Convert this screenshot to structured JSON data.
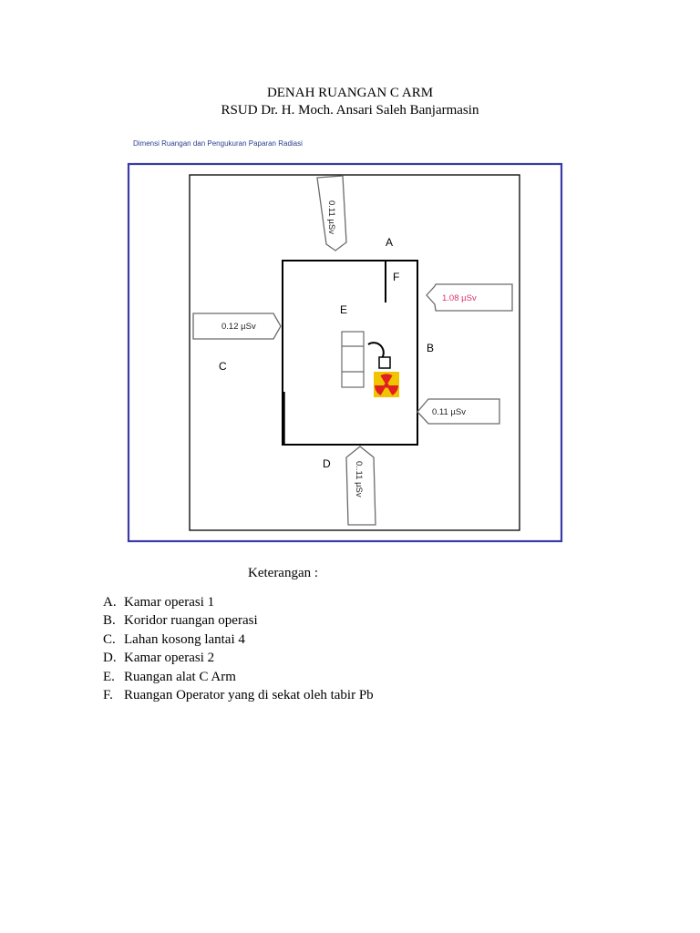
{
  "header": {
    "title": "DENAH RUANGAN C ARM",
    "subtitle": "RSUD Dr. H. Moch. Ansari Saleh Banjarmasin"
  },
  "figure": {
    "heading": "Dimensi Ruangan dan Pengukuran Paparan Radiasi",
    "colors": {
      "frame": "#3a3aa8",
      "wall": "#000000",
      "heading_text": "#2b3f8f",
      "highlight_reading": "#e0306a",
      "radiation_yellow": "#f2c400",
      "radiation_red": "#e02020"
    },
    "zones": {
      "a": "A",
      "b": "B",
      "c": "C",
      "d": "D",
      "e": "E",
      "f": "F"
    },
    "readings": {
      "top": "0.11 µSv",
      "right_upper": "1.08 µSv",
      "left": "0.12 µSv",
      "right_lower": "0.11 µSv",
      "bottom": "0..11 µSv"
    }
  },
  "legend": {
    "caption": "Keterangan :",
    "items": [
      {
        "letter": "A.",
        "text": "Kamar operasi 1"
      },
      {
        "letter": "B.",
        "text": "Koridor ruangan operasi"
      },
      {
        "letter": "C.",
        "text": "Lahan kosong lantai 4"
      },
      {
        "letter": "D.",
        "text": "Kamar operasi 2"
      },
      {
        "letter": "E.",
        "text": "Ruangan alat C Arm"
      },
      {
        "letter": "F.",
        "text": "Ruangan Operator yang di sekat oleh tabir Pb"
      }
    ]
  }
}
